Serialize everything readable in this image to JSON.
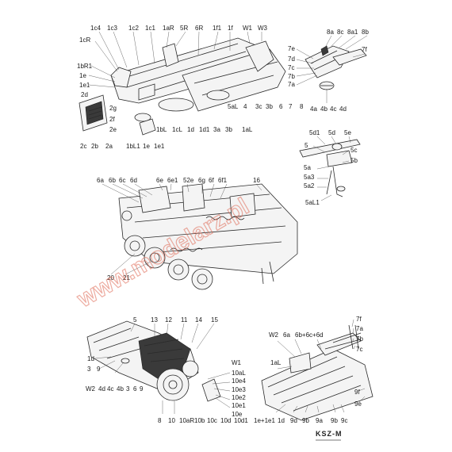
{
  "labels": {
    "g1": [
      "1c4",
      "1c3",
      "1c2",
      "1c1",
      "1aR",
      "5R",
      "6R",
      "1f1",
      "1f",
      "W1",
      "W3",
      "1cR",
      "1bR1",
      "1e",
      "1e1",
      "2d",
      "2g",
      "2f",
      "2e",
      "2c",
      "2b",
      "2a",
      "1bL1",
      "1e",
      "1e1",
      "1bL",
      "1cL",
      "1d",
      "1d1",
      "3a",
      "3b",
      "1aL",
      "5aL",
      "4",
      "3c",
      "3b",
      "6",
      "7",
      "8"
    ],
    "g2": [
      "8a",
      "8c",
      "8a1",
      "8b",
      "7e",
      "7d",
      "7c",
      "7b",
      "7a",
      "7f",
      "4a",
      "4b",
      "4c",
      "4d"
    ],
    "g3": [
      "5d1",
      "5d",
      "5e",
      "5",
      "5c",
      "5b",
      "5a",
      "5a3",
      "5a2",
      "5aL1"
    ],
    "g4": [
      "6a",
      "6b",
      "6c",
      "6d",
      "6e",
      "6e1",
      "52e",
      "6g",
      "6f",
      "6f1",
      "16",
      "20",
      "21"
    ],
    "g5": [
      "5",
      "13",
      "12",
      "11",
      "14",
      "15",
      "1d",
      "3",
      "9",
      "W2",
      "4d",
      "4c",
      "4b",
      "3",
      "6",
      "9",
      "W1",
      "10aL",
      "10e4",
      "10e3",
      "10e2",
      "10e1",
      "10e",
      "8",
      "10",
      "10aR",
      "10b",
      "10c",
      "10d",
      "10d1"
    ],
    "g6": [
      "7f",
      "7a",
      "7b",
      "7c",
      "W2",
      "6a",
      "6b+6c+6d",
      "1aL",
      "9f",
      "9e",
      "1e+1e1",
      "1d",
      "9d",
      "9b",
      "9a",
      "9b",
      "9c"
    ]
  },
  "watermark": "www.modelarz.pl",
  "brand": {
    "logo": "KSZ-M"
  }
}
